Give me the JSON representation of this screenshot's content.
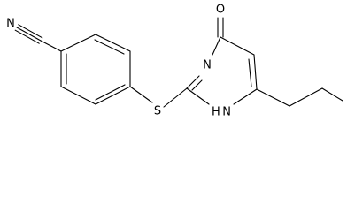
{
  "molecule": {
    "atoms": {
      "n_nitrile": "N",
      "s_thioether": "S",
      "n_ring": "N",
      "o_carbonyl": "O",
      "nh_ring": "H N"
    }
  }
}
